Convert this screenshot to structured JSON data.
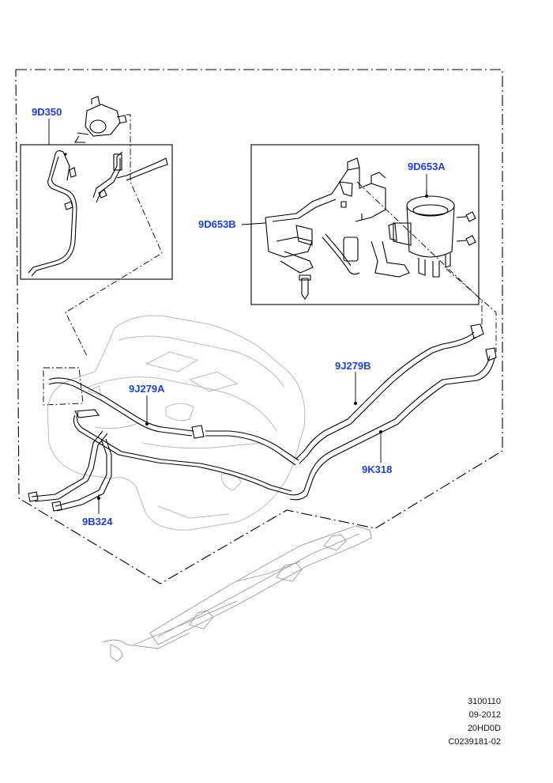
{
  "labels": {
    "vapour_valve_pipe": "9D350",
    "canister": "9D653A",
    "canister_bracket": "9D653B",
    "vapour_pipe_front": "9J279A",
    "vapour_pipe_rear": "9J279B",
    "filler_vent_pipe": "9K318",
    "fuel_pipe": "9B324"
  },
  "reference": {
    "code": "3100110",
    "date": "09-2012",
    "model": "20HD0D",
    "illustration": "C0239181-02"
  }
}
